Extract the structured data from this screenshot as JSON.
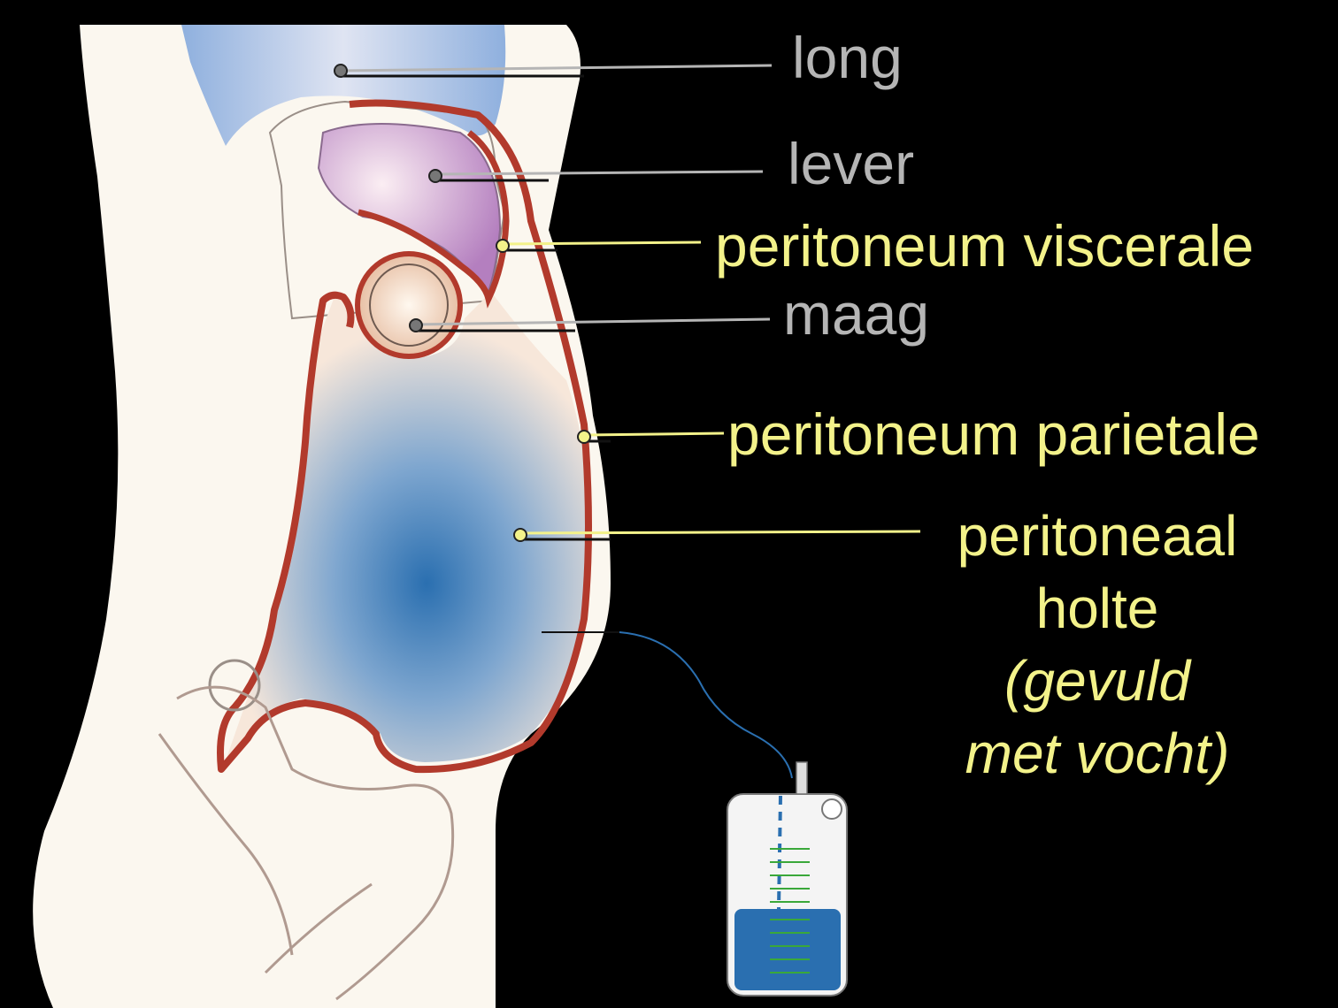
{
  "labels": {
    "lung": "long",
    "liver": "lever",
    "visceral": "peritoneum viscerale",
    "stomach": "maag",
    "parietal": "peritoneum parietale",
    "cavity_line1": "peritoneaal",
    "cavity_line2": "holte",
    "cavity_note1": "(gevuld",
    "cavity_note2": "met vocht)"
  },
  "colors": {
    "background": "#000000",
    "body": "#fbf7ef",
    "peritoneum": "#b23a2c",
    "lung": "#8fb0de",
    "liver": "#b47fbf",
    "fluid": "#2a6fb0",
    "label_gray": "#b5b5b5",
    "label_yellow": "#f3f28a",
    "scale_marks": "#3aa83a"
  }
}
